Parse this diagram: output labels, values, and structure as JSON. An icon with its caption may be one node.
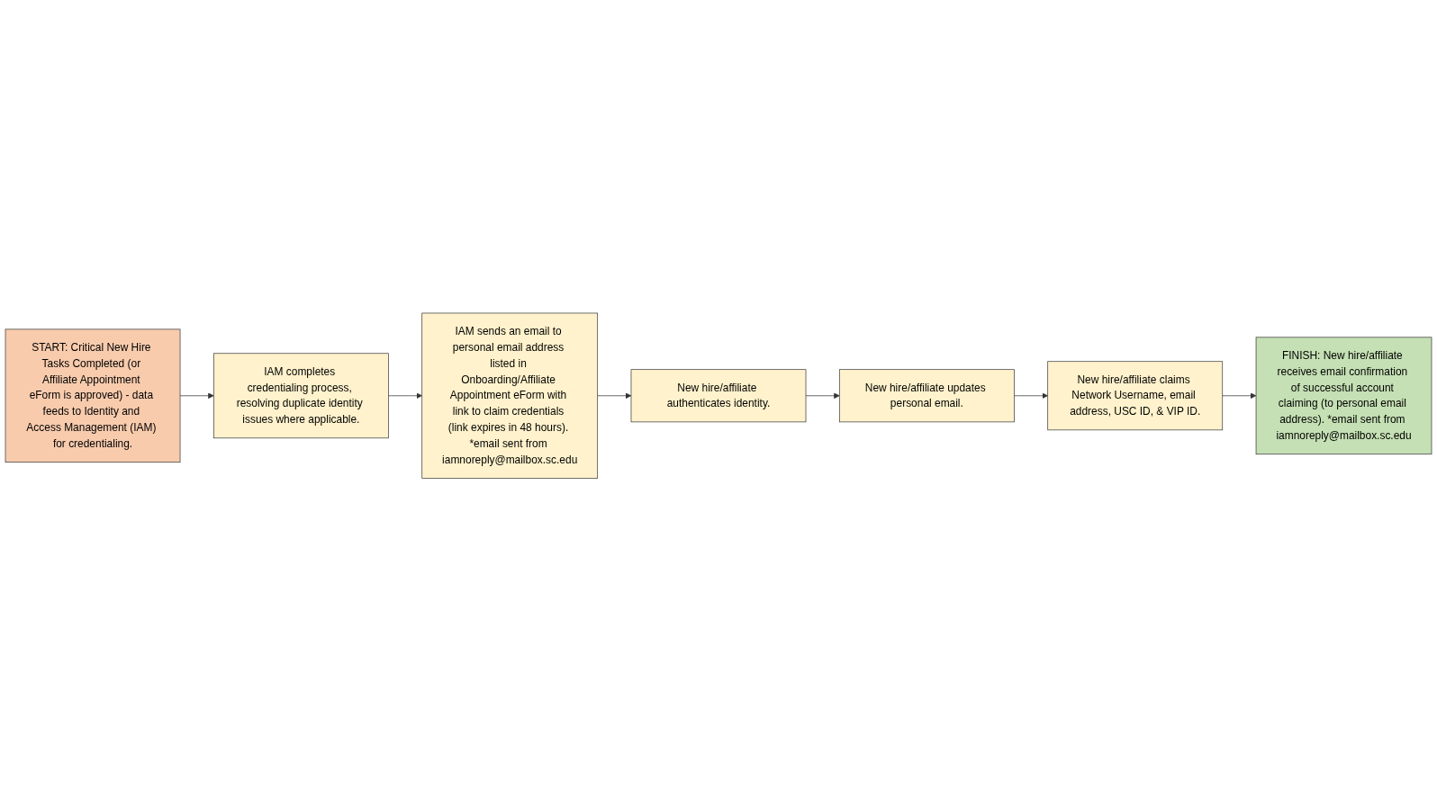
{
  "diagram": {
    "nodes": [
      {
        "text": [
          "START: Critical New Hire Tasks Completed (or Affiliate Appointment eForm is approved) - data feeds to Identity and Access Management (IAM) for credentialing."
        ]
      },
      {
        "text": [
          "IAM completes credentialing process, resolving duplicate identity issues where applicable."
        ]
      },
      {
        "text": [
          "IAM sends an email to personal email address listed in Onboarding/Affiliate Appointment eForm with link to claim credentials (link expires in 48 hours). *email sent from iamnoreply@mailbox.sc.edu"
        ]
      },
      {
        "text": [
          "New hire/affiliate authenticates identity."
        ]
      },
      {
        "text": [
          "New hire/affiliate updates personal email."
        ]
      },
      {
        "text": [
          "New hire/affiliate claims Network Username, email address, USC ID, & VIP ID."
        ]
      },
      {
        "text": [
          "FINISH: New hire/affiliate receives email confirmation of successful account claiming (to personal email address). *email sent from iamnoreply@mailbox.sc.edu"
        ]
      }
    ],
    "edges": [
      {
        "from": 0,
        "to": 1,
        "arrow": "to"
      },
      {
        "from": 1,
        "to": 2,
        "arrow": "to"
      },
      {
        "from": 2,
        "to": 3,
        "arrow": "to"
      },
      {
        "from": 3,
        "to": 4,
        "arrow": "to"
      },
      {
        "from": 4,
        "to": 5,
        "arrow": "to"
      },
      {
        "from": 5,
        "to": 6,
        "arrow": "to"
      }
    ]
  }
}
